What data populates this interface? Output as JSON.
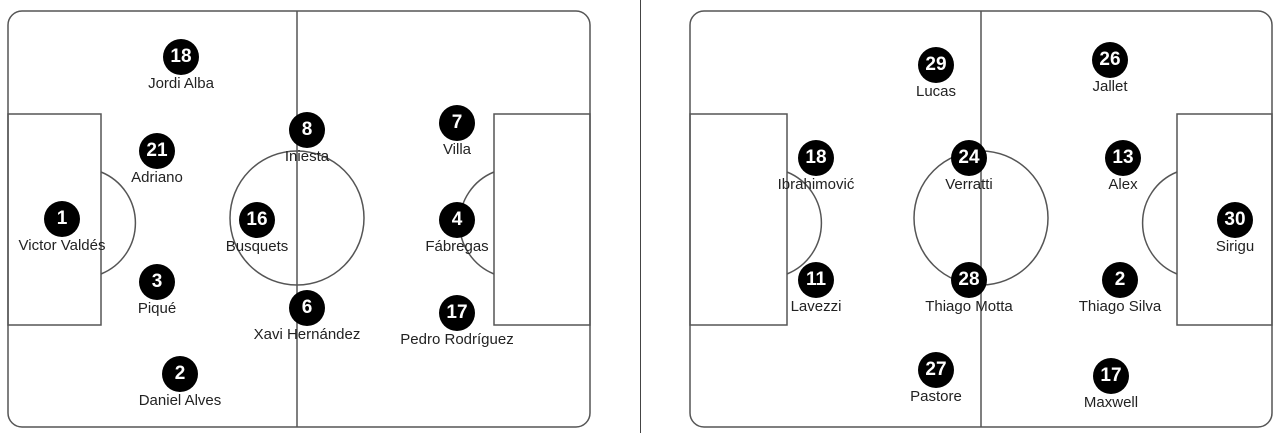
{
  "formations": [
    {
      "players": [
        {
          "number": "18",
          "name": "Jordi Alba"
        },
        {
          "number": "21",
          "name": "Adriano"
        },
        {
          "number": "1",
          "name": "Victor Valdés"
        },
        {
          "number": "3",
          "name": "Piqué"
        },
        {
          "number": "2",
          "name": "Daniel Alves"
        },
        {
          "number": "8",
          "name": "Iniesta"
        },
        {
          "number": "16",
          "name": "Busquets"
        },
        {
          "number": "6",
          "name": "Xavi Hernández"
        },
        {
          "number": "7",
          "name": "Villa"
        },
        {
          "number": "4",
          "name": "Fábregas"
        },
        {
          "number": "17",
          "name": "Pedro Rodríguez"
        }
      ]
    },
    {
      "players": [
        {
          "number": "29",
          "name": "Lucas"
        },
        {
          "number": "26",
          "name": "Jallet"
        },
        {
          "number": "18",
          "name": "Ibrahimović"
        },
        {
          "number": "24",
          "name": "Verratti"
        },
        {
          "number": "13",
          "name": "Alex"
        },
        {
          "number": "30",
          "name": "Sirigu"
        },
        {
          "number": "11",
          "name": "Lavezzi"
        },
        {
          "number": "28",
          "name": "Thiago Motta"
        },
        {
          "number": "2",
          "name": "Thiago Silva"
        },
        {
          "number": "27",
          "name": "Pastore"
        },
        {
          "number": "17",
          "name": "Maxwell"
        }
      ]
    }
  ]
}
